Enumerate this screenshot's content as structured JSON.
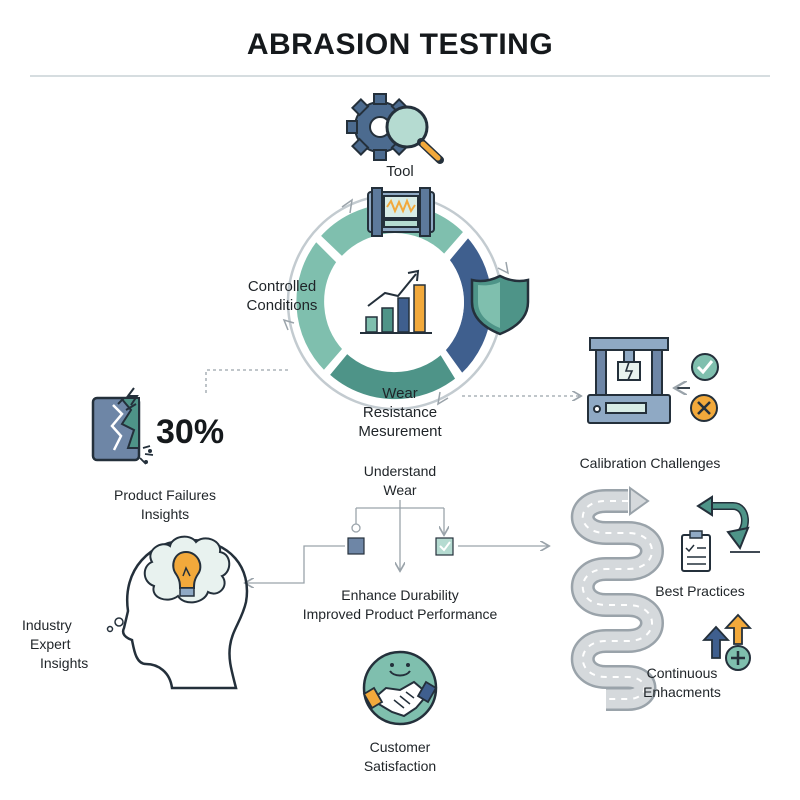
{
  "title": "ABRASION TESTING",
  "colors": {
    "teal_light": "#7fbfae",
    "teal_mid": "#4e9488",
    "navy": "#3f5f8e",
    "orange": "#f2a93b",
    "gray_line": "#9aa3aa",
    "road": "#c9cdd1"
  },
  "labels": {
    "tool": "Tool",
    "controlled_conditions": [
      "Controlled",
      "Conditions"
    ],
    "wear_measurement": [
      "Wear",
      "Resistance",
      "Mesurement"
    ],
    "percent": "30%",
    "product_failures": [
      "Product Failures",
      "Insights"
    ],
    "calibration": "Calibration Challenges",
    "understand_wear": [
      "Understand",
      "Wear"
    ],
    "enhance": [
      "Enhance Durability",
      "Improved Product Performance"
    ],
    "industry_expert": [
      "Industry",
      "Expert",
      "Insights"
    ],
    "best_practices": "Best Practices",
    "continuous": [
      "Continuous",
      "Enhacments"
    ],
    "customer_satisfaction": [
      "Customer",
      "Satisfaction"
    ]
  },
  "icons": [
    "gear-magnifier-icon",
    "testing-machine-icon",
    "shield-icon",
    "growth-chart-icon",
    "broken-tablet-icon",
    "calibration-machine-icon",
    "check-icon",
    "cross-icon",
    "lightbulb-head-icon",
    "winding-road-icon",
    "u-turn-arrow-icon",
    "clipboard-icon",
    "up-arrows-icon",
    "plus-icon",
    "smiley-icon",
    "handshake-icon"
  ]
}
